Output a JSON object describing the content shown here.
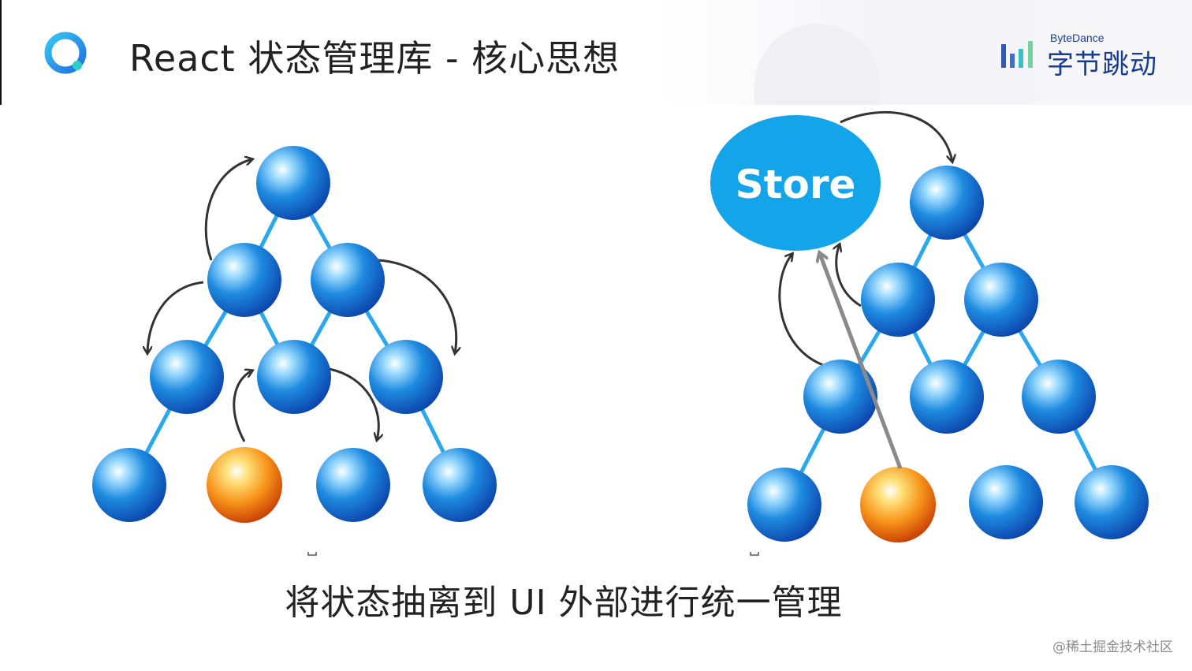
{
  "header": {
    "title": "React 状态管理库 -  核心思想",
    "brand_en": "ByteDance",
    "brand_cn": "字节跳动"
  },
  "diagram": {
    "store_label": "Store"
  },
  "caption": "将状态抽离到 UI 外部进行统一管理",
  "watermark": "@稀土掘金技术社区",
  "colors": {
    "node_blue": "#1e7fd6",
    "node_orange": "#f07a10",
    "store_blue": "#14a4ea",
    "edge_blue": "#2aa8ee",
    "brand_blue": "#1a3c8c"
  }
}
